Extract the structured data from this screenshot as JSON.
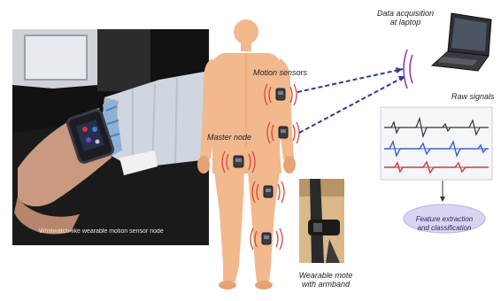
{
  "labels": {
    "data_acquisition": [
      "Data acquisition",
      "at laptop"
    ],
    "motion_sensors": "Motion sensors",
    "master_node": "Master node",
    "raw_signals": "Raw signals",
    "feature_extraction": [
      "Feature extraction",
      "and classification"
    ],
    "wearable_mote": [
      "Wearable mote",
      "with armband"
    ]
  },
  "photo_caption": "Wristwatch-like wearable motion sensor node",
  "colors": {
    "skin": "#f2b88e",
    "skin_shade": "#e7a273",
    "wave_red": "#d94a3a",
    "wave_purple": "#8a3fb0",
    "dash_line": "#2b3b8f",
    "signal_blue": "#3a5fd0",
    "signal_red": "#d03a3a",
    "signal_dark": "#333333",
    "ellipse_fill": "#dad4f3"
  },
  "icons": [
    "laptop-icon",
    "sensor-icon",
    "wireless-wave-icon",
    "arrow-down-icon"
  ]
}
